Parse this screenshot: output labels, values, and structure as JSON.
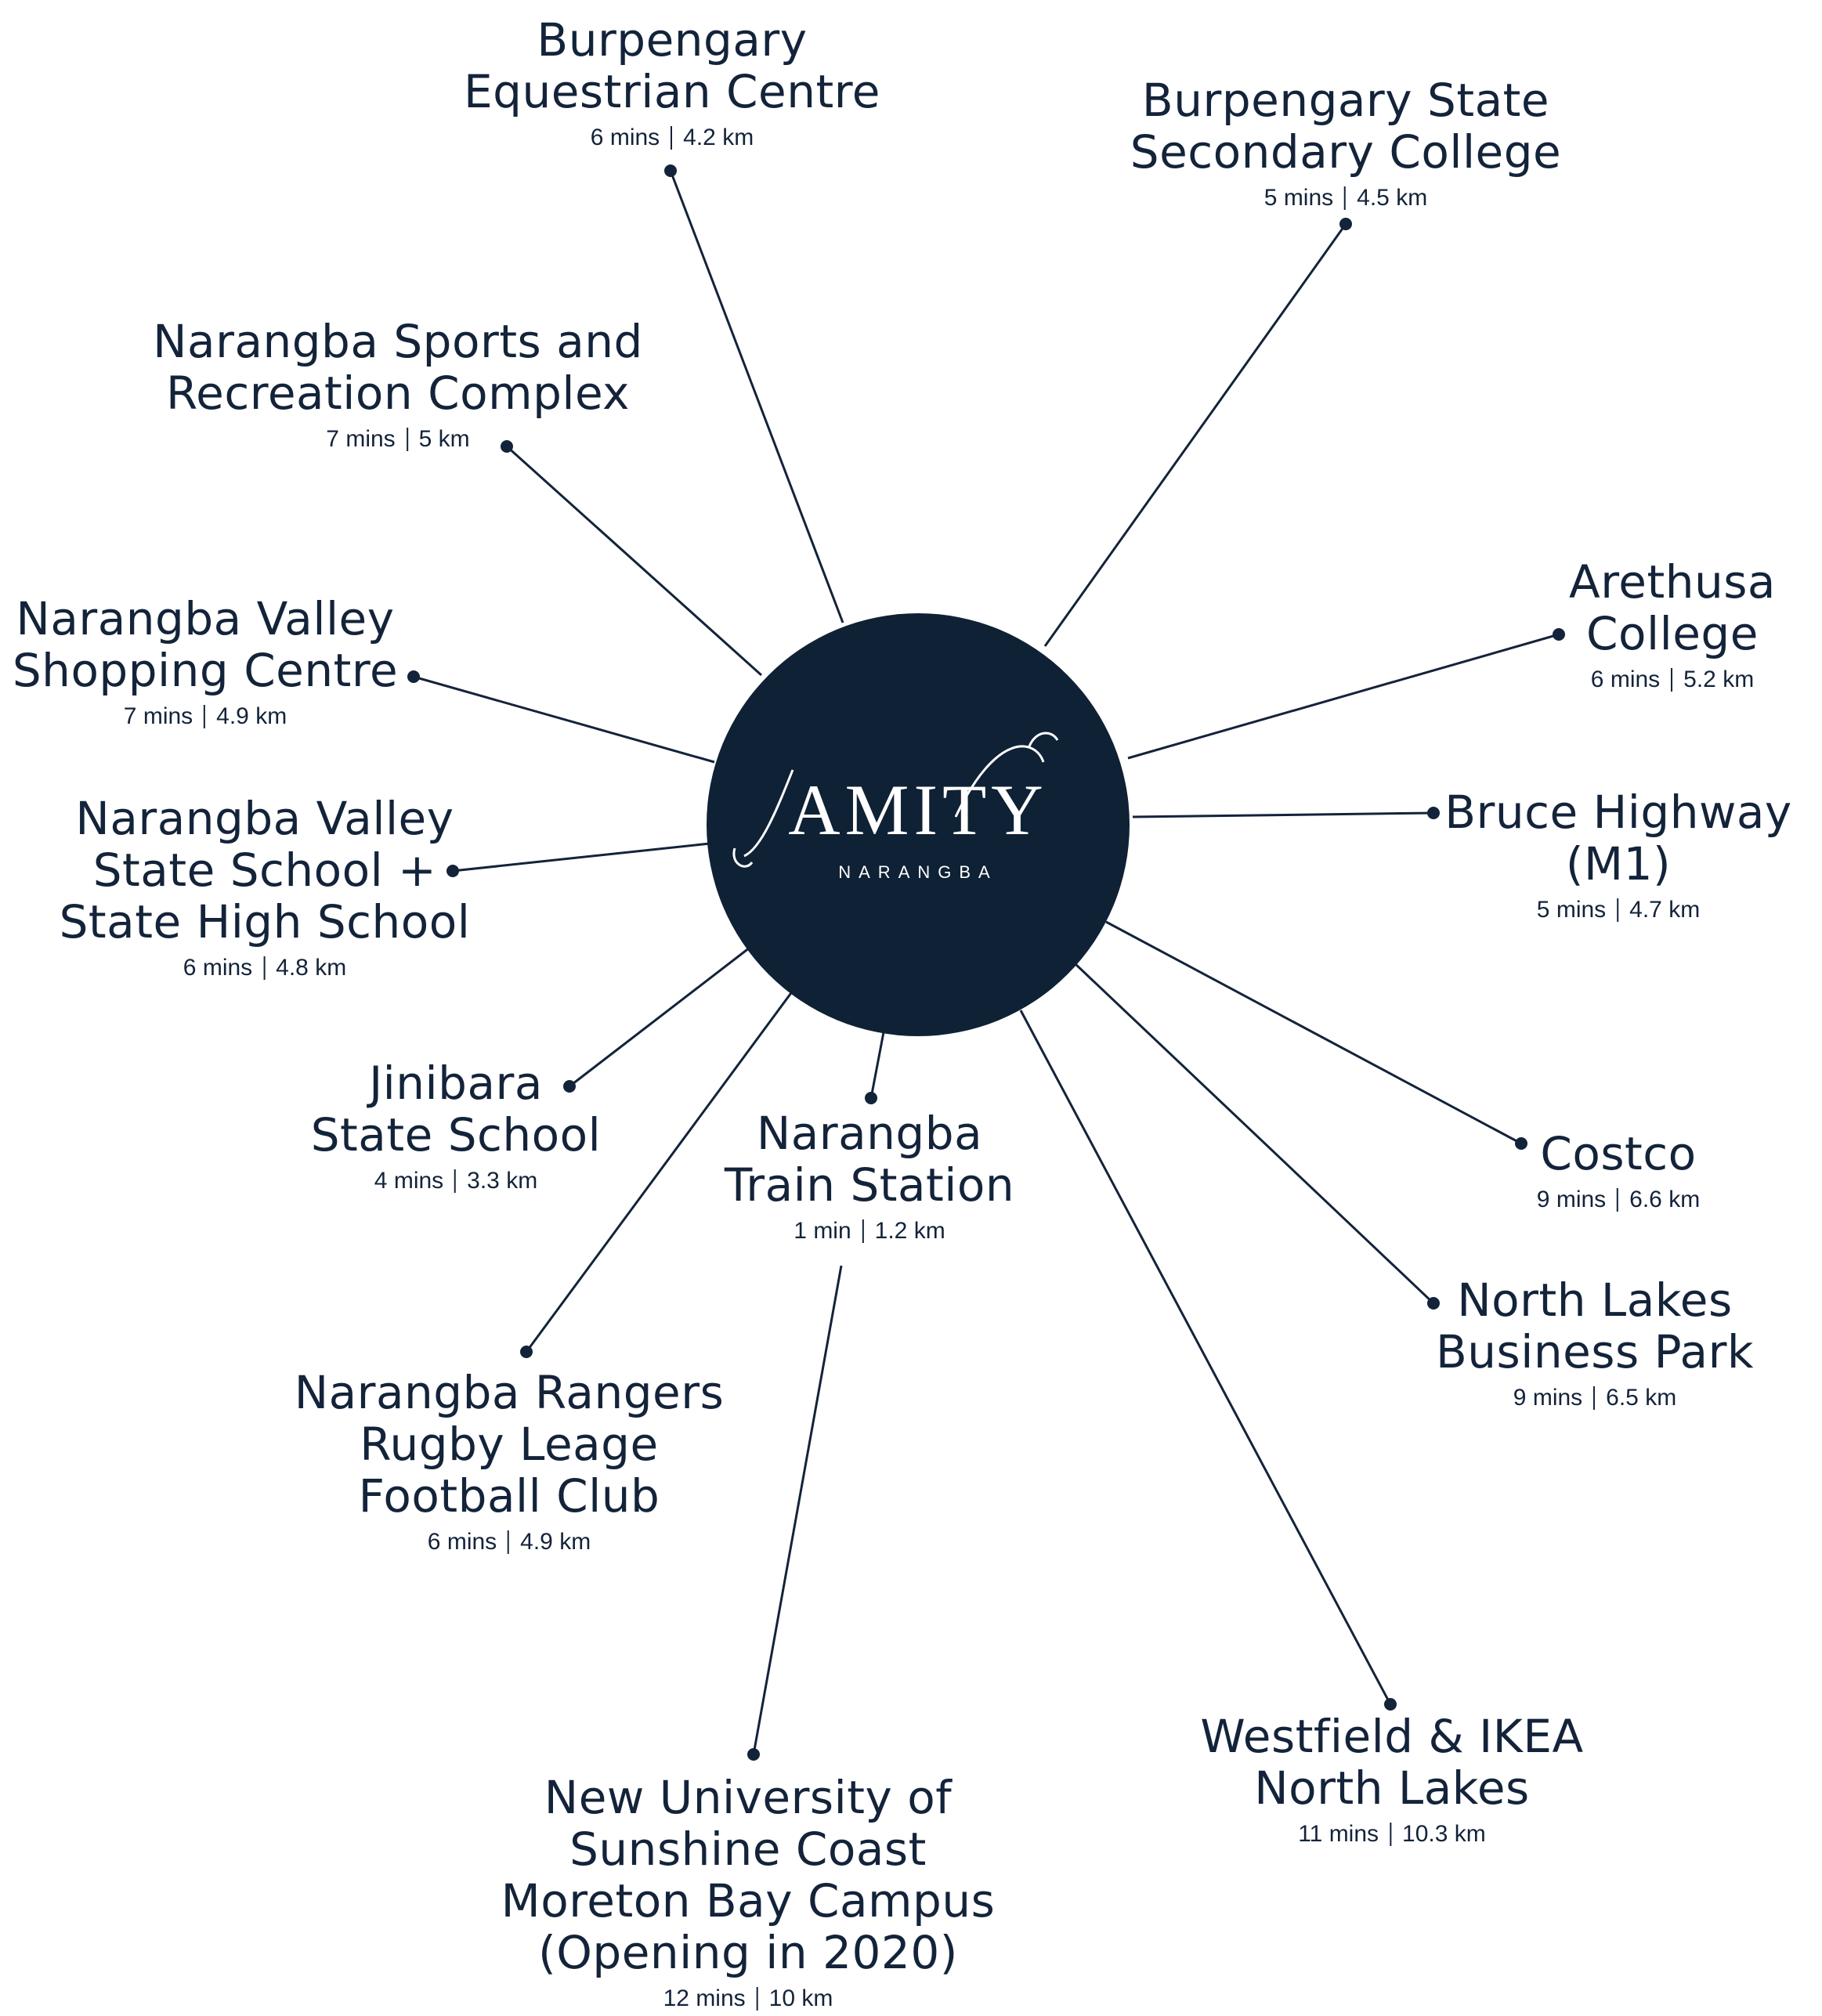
{
  "brand": {
    "name": "AMITY",
    "subtitle": "NARANGBA"
  },
  "colors": {
    "ink": "#13233a",
    "hub": "#0f2135",
    "background": "#ffffff"
  },
  "destinations": [
    {
      "id": "burpengary-equestrian",
      "lines": [
        "Burpengary",
        "Equestrian Centre"
      ],
      "time": "6 mins",
      "distance": "4.2 km"
    },
    {
      "id": "burpengary-state-secondary",
      "lines": [
        "Burpengary State",
        "Secondary College"
      ],
      "time": "5 mins",
      "distance": "4.5 km"
    },
    {
      "id": "narangba-sports",
      "lines": [
        "Narangba Sports and",
        "Recreation Complex"
      ],
      "time": "7 mins",
      "distance": "5 km"
    },
    {
      "id": "arethusa-college",
      "lines": [
        "Arethusa",
        "College"
      ],
      "time": "6 mins",
      "distance": "5.2 km"
    },
    {
      "id": "narangba-valley-shopping",
      "lines": [
        "Narangba Valley",
        "Shopping Centre"
      ],
      "time": "7 mins",
      "distance": "4.9 km"
    },
    {
      "id": "bruce-highway",
      "lines": [
        "Bruce Highway",
        "(M1)"
      ],
      "time": "5 mins",
      "distance": "4.7 km"
    },
    {
      "id": "narangba-valley-schools",
      "lines": [
        "Narangba Valley",
        "State School +",
        "State High School"
      ],
      "time": "6 mins",
      "distance": "4.8 km"
    },
    {
      "id": "jinibara-school",
      "lines": [
        "Jinibara",
        "State School"
      ],
      "time": "4 mins",
      "distance": "3.3 km"
    },
    {
      "id": "narangba-train",
      "lines": [
        "Narangba",
        "Train Station"
      ],
      "time": "1 min",
      "distance": "1.2 km"
    },
    {
      "id": "costco",
      "lines": [
        "Costco"
      ],
      "time": "9 mins",
      "distance": "6.6 km"
    },
    {
      "id": "north-lakes-business",
      "lines": [
        "North Lakes",
        "Business Park"
      ],
      "time": "9 mins",
      "distance": "6.5 km"
    },
    {
      "id": "narangba-rangers",
      "lines": [
        "Narangba Rangers",
        "Rugby Leage",
        "Football Club"
      ],
      "time": "6 mins",
      "distance": "4.9 km"
    },
    {
      "id": "westfield-ikea",
      "lines": [
        "Westfield & IKEA",
        "North Lakes"
      ],
      "time": "11 mins",
      "distance": "10.3 km"
    },
    {
      "id": "usc-moreton-bay",
      "lines": [
        "New University of",
        "Sunshine Coast",
        "Moreton Bay Campus",
        "(Opening in 2020)"
      ],
      "time": "12 mins",
      "distance": "10 km"
    }
  ]
}
